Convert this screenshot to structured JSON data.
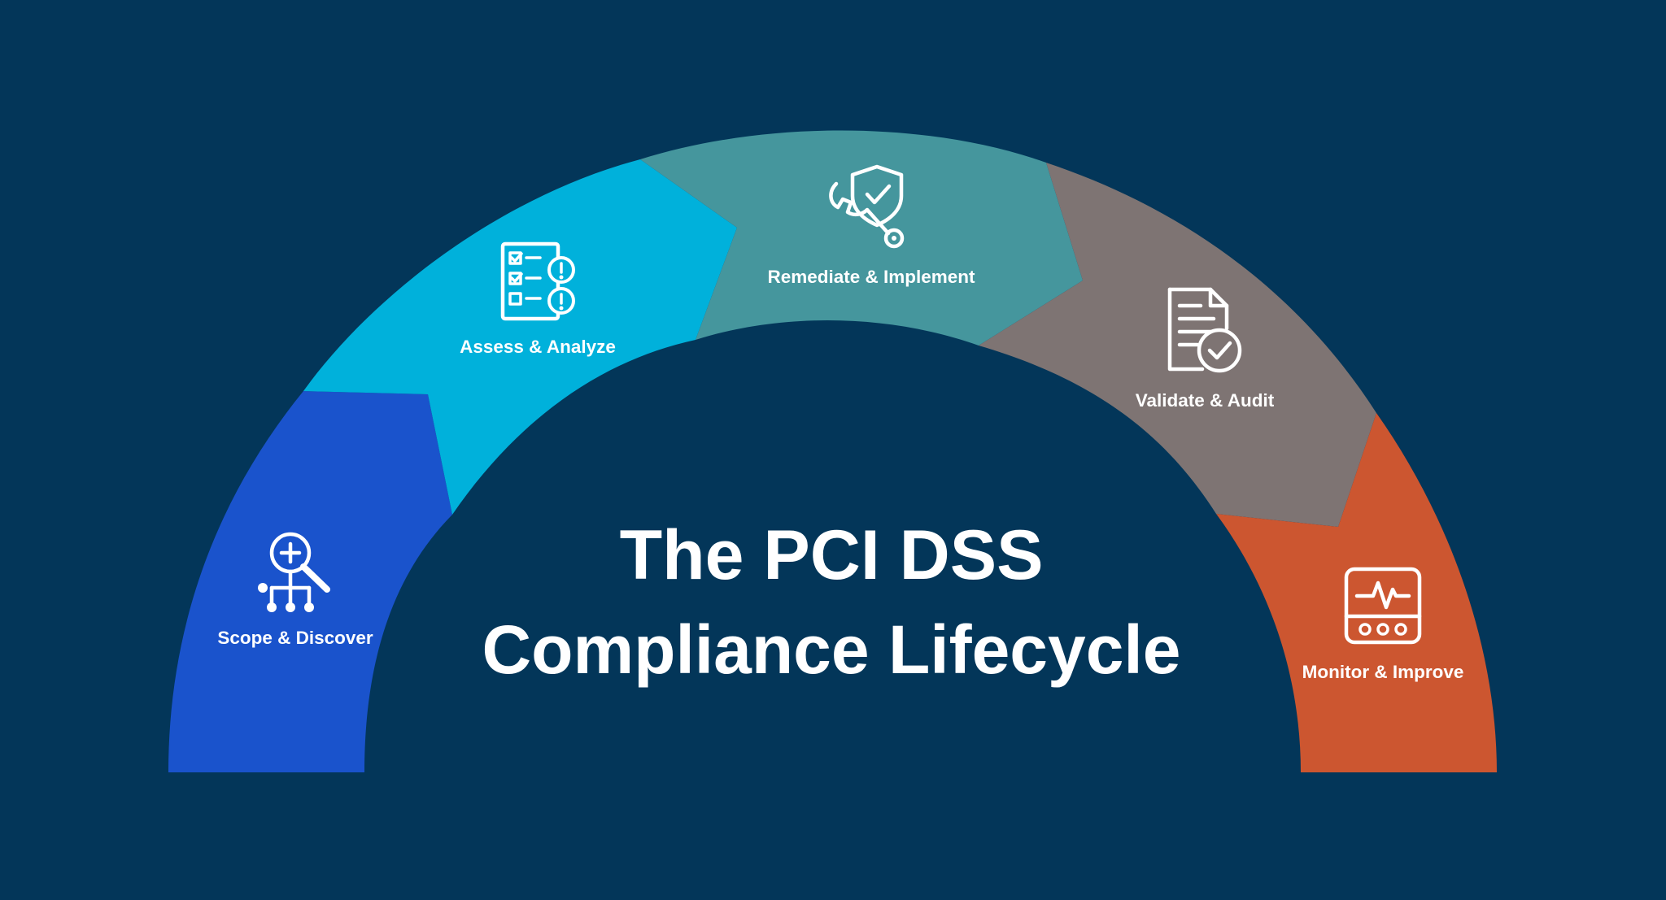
{
  "title": {
    "line1": "The PCI DSS",
    "line2": "Compliance Lifecycle"
  },
  "stages": [
    {
      "label": "Scope & Discover",
      "icon": "network-search-icon",
      "color": "#1a53cc"
    },
    {
      "label": "Assess & Analyze",
      "icon": "checklist-alert-icon",
      "color": "#00b1db"
    },
    {
      "label": "Remediate & Implement",
      "icon": "wrench-shield-icon",
      "color": "#45969d"
    },
    {
      "label": "Validate & Audit",
      "icon": "document-check-icon",
      "color": "#7e7473"
    },
    {
      "label": "Monitor & Improve",
      "icon": "monitor-pulse-icon",
      "color": "#cc5630"
    }
  ],
  "colors": {
    "background": "#033659",
    "text": "#ffffff"
  }
}
